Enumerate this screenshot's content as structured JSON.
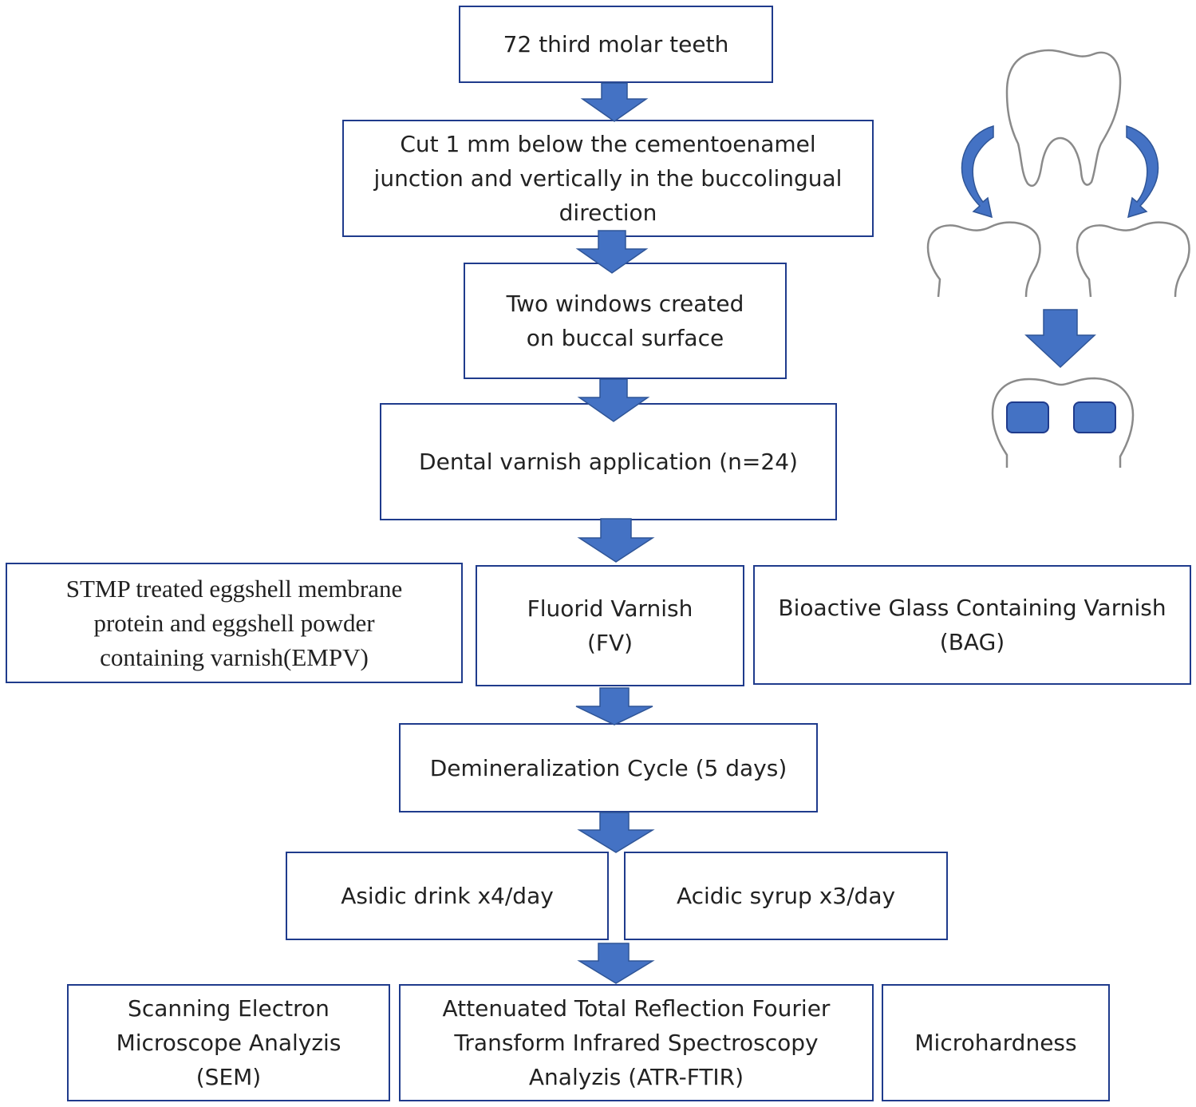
{
  "colors": {
    "box_border": "#1F3B8C",
    "arrow_fill": "#4472C4",
    "arrow_stroke": "#2F5597",
    "tooth_outline": "#8A8A8A",
    "window_fill": "#4472C4",
    "text": "#222222"
  },
  "steps": {
    "teeth": "72 third molar teeth",
    "cut": "Cut 1 mm below the cementoenamel\njunction and vertically in the buccolingual\ndirection",
    "windows": "Two windows created\non buccal surface",
    "varnish": "Dental varnish application (n=24)",
    "empv": "STMP treated eggshell membrane\nprotein and eggshell powder\ncontaining varnish(EMPV)",
    "fv": "Fluorid Varnish\n(FV)",
    "bag": "Bioactive Glass Containing Varnish\n(BAG)",
    "demin": "Demineralization Cycle (5 days)",
    "drink": "Asidic drink x4/day",
    "syrup": "Acidic syrup x3/day",
    "sem": "Scanning Electron\nMicroscope Analyzis\n(SEM)",
    "atr": "Attenuated Total Reflection Fourier\nTransform Infrared Spectroscopy\nAnalyzis (ATR-FTIR)",
    "micro": "Microhardness"
  },
  "illustration": {
    "icons": [
      "molar-tooth-icon",
      "curved-arrow-left-icon",
      "curved-arrow-right-icon",
      "tooth-half-left-icon",
      "tooth-half-right-icon",
      "down-arrow-icon",
      "tooth-section-with-windows-icon"
    ]
  }
}
